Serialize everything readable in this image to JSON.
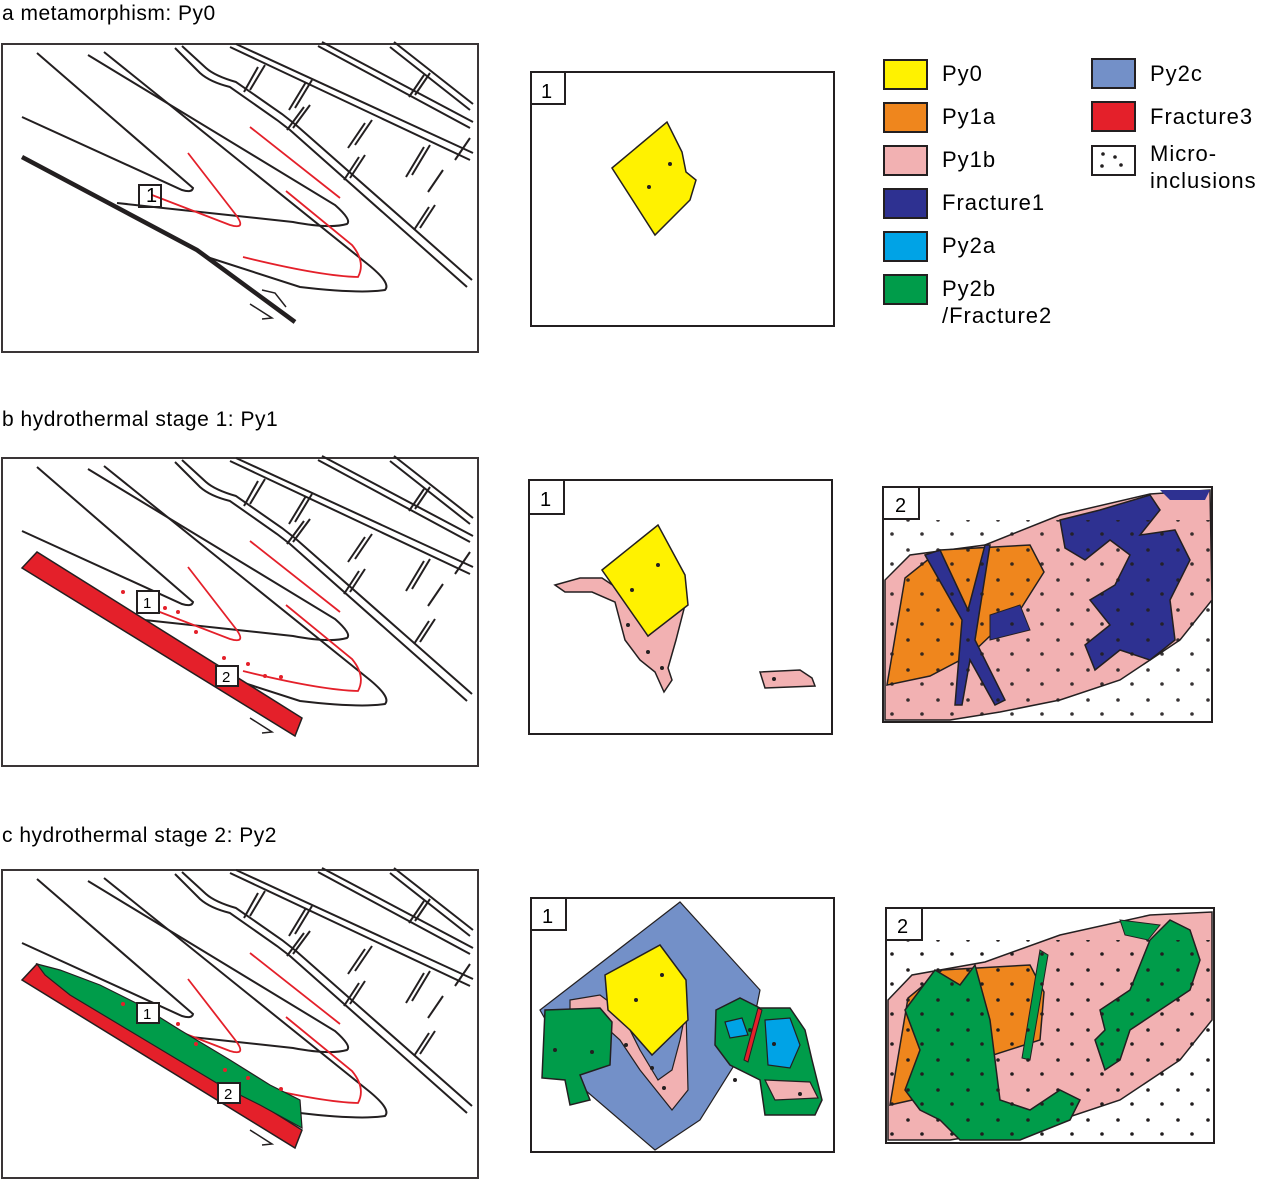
{
  "panels": {
    "a": {
      "title": "a metamorphism: Py0",
      "box1": "1",
      "inset1": "1"
    },
    "b": {
      "title": "b hydrothermal stage 1: Py1",
      "box1": "1",
      "box2": "2",
      "inset1": "1",
      "inset2": "2"
    },
    "c": {
      "title": "c hydrothermal stage 2: Py2",
      "box1": "1",
      "box2": "2",
      "inset1": "1",
      "inset2": "2"
    }
  },
  "legend": {
    "py0": {
      "label": "Py0",
      "color": "#fff200"
    },
    "py1a": {
      "label": "Py1a",
      "color": "#ef861d"
    },
    "py1b": {
      "label": "Py1b",
      "color": "#f2b1b2"
    },
    "fracture1": {
      "label": "Fracture1",
      "color": "#2e3191"
    },
    "py2a": {
      "label": "Py2a",
      "color": "#00a3e6"
    },
    "py2b": {
      "label1": "Py2b",
      "label2": "/Fracture2",
      "color": "#009c4a"
    },
    "py2c": {
      "label": "Py2c",
      "color": "#7390c8"
    },
    "fracture3": {
      "label": "Fracture3",
      "color": "#e4202a"
    },
    "micro": {
      "label1": "Micro-",
      "label2": "inclusions"
    }
  }
}
